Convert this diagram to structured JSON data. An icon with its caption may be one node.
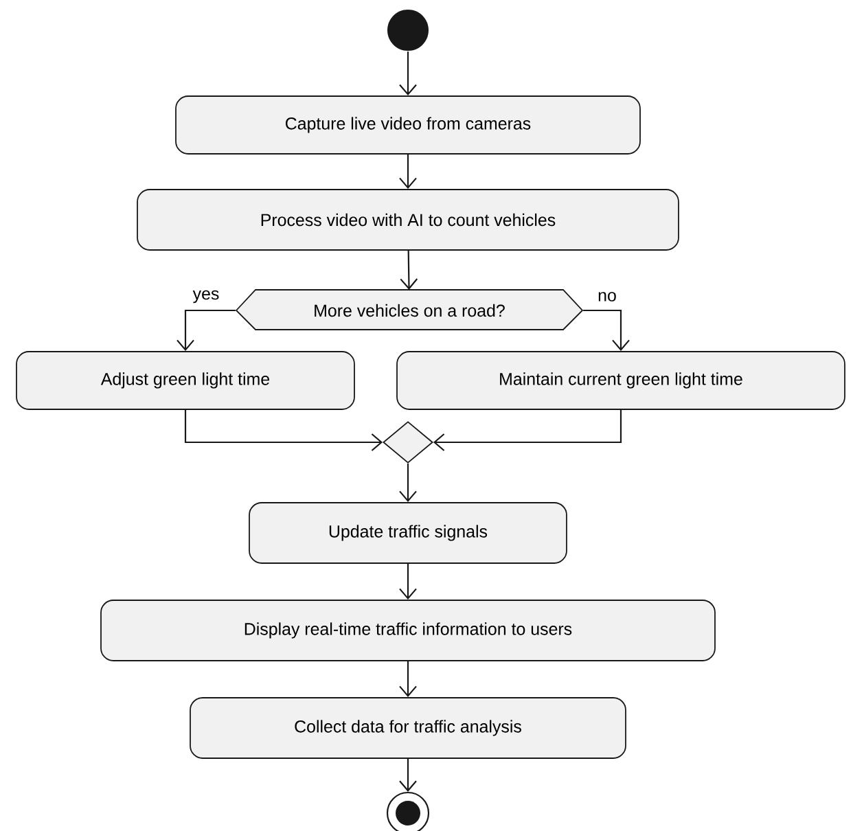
{
  "diagram": {
    "nodes": [
      {
        "text": [],
        "shape": "circle"
      },
      {
        "text": [
          "Capture live video from cameras"
        ]
      },
      {
        "text": [
          "Process video with AI to count vehicles"
        ]
      },
      {
        "text": [
          "More vehicles on a road?"
        ]
      },
      {
        "text": [
          "Adjust green light time"
        ]
      },
      {
        "text": [
          "Maintain current green light time"
        ]
      },
      {
        "text": [],
        "shape": "diamond"
      },
      {
        "text": [
          "Update traffic signals"
        ]
      },
      {
        "text": [
          "Display real-time traffic information to users"
        ]
      },
      {
        "text": [
          "Collect data for traffic analysis"
        ]
      },
      {
        "text": [],
        "shape": "bullseye"
      }
    ],
    "edges": [
      {
        "from": 0,
        "to": 1,
        "arrow": "to"
      },
      {
        "from": 1,
        "to": 2,
        "arrow": "to"
      },
      {
        "from": 2,
        "to": 3,
        "arrow": "to"
      },
      {
        "from": 3,
        "to": 4,
        "arrow": "to",
        "label": "yes"
      },
      {
        "from": 3,
        "to": 5,
        "arrow": "to",
        "label": "no"
      },
      {
        "from": 4,
        "to": 6,
        "arrow": "to"
      },
      {
        "from": 5,
        "to": 6,
        "arrow": "to"
      },
      {
        "from": 6,
        "to": 7,
        "arrow": "to"
      },
      {
        "from": 7,
        "to": 8,
        "arrow": "to"
      },
      {
        "from": 8,
        "to": 9,
        "arrow": "to"
      },
      {
        "from": 9,
        "to": 10,
        "arrow": "to"
      }
    ]
  }
}
